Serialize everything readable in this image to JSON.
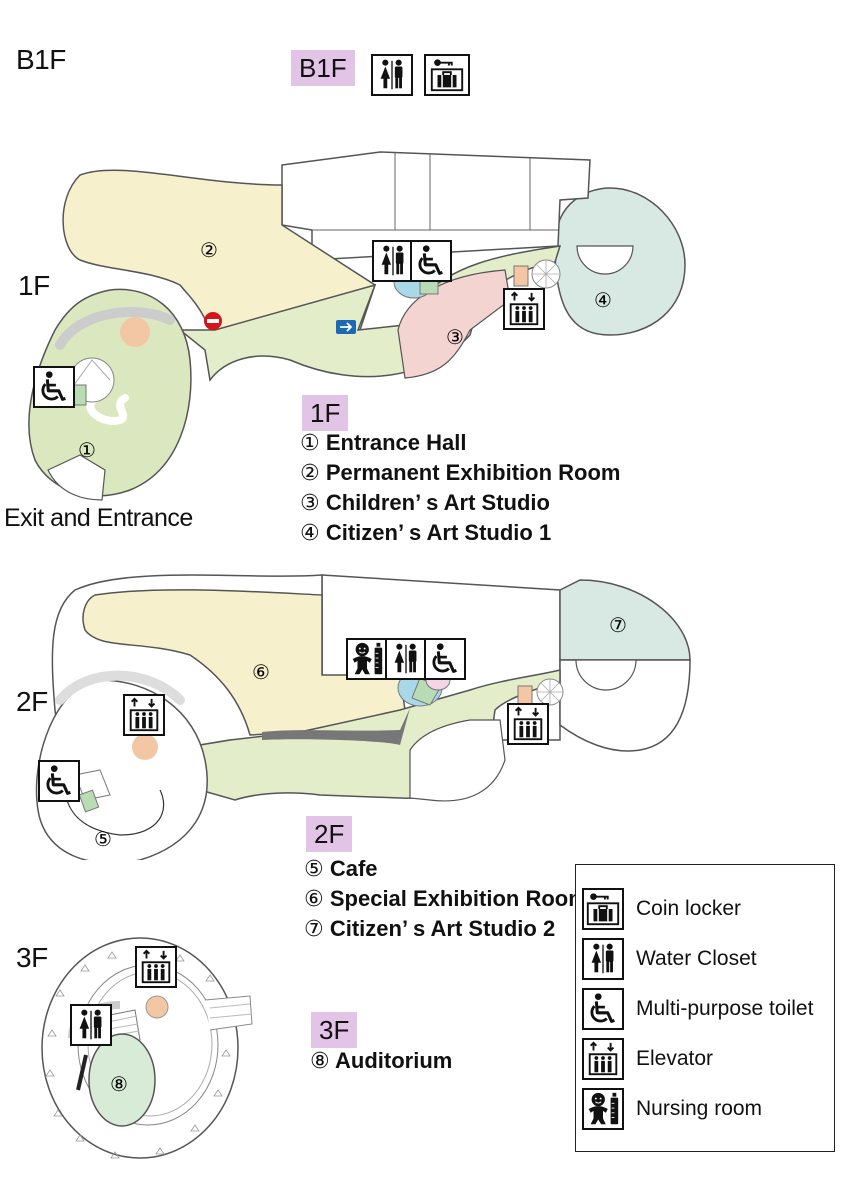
{
  "floors": {
    "b1f": "B1F",
    "f1": "1F",
    "f2": "2F",
    "f3": "3F"
  },
  "tags": {
    "b1f": "B1F",
    "f1": "1F",
    "f2": "2F",
    "f3": "3F"
  },
  "exit_label": "Exit and Entrance",
  "room_numbers": [
    "①",
    "②",
    "③",
    "④",
    "⑤",
    "⑥",
    "⑦",
    "⑧"
  ],
  "legend_1f": [
    {
      "num": "①",
      "name": "Entrance Hall"
    },
    {
      "num": "②",
      "name": "Permanent Exhibition Room"
    },
    {
      "num": "③",
      "name": "Children’ s Art  Studio"
    },
    {
      "num": "④",
      "name": "Citizen’ s Art  Studio 1"
    }
  ],
  "legend_2f": [
    {
      "num": "⑤",
      "name": "Cafe"
    },
    {
      "num": "⑥",
      "name": "Special Exhibition Room"
    },
    {
      "num": "⑦",
      "name": "Citizen’ s Art  Studio 2"
    }
  ],
  "legend_3f": [
    {
      "num": "⑧",
      "name": "Auditorium"
    }
  ],
  "key": [
    {
      "icon": "coin-locker-icon",
      "label": "Coin locker"
    },
    {
      "icon": "water-closet-icon",
      "label": "Water Closet"
    },
    {
      "icon": "multi-purpose-toilet-icon",
      "label": "Multi-purpose toilet"
    },
    {
      "icon": "elevator-icon",
      "label": "Elevator"
    },
    {
      "icon": "nursing-room-icon",
      "label": "Nursing room"
    }
  ],
  "colors": {
    "permanent": "#f6f0cc",
    "entrance": "#dbe8bf",
    "children": "#f4d4d0",
    "studio": "#d8e8e2",
    "corridor": "#e3edc9",
    "tag": "#e2c4e6",
    "elevator_core": "#f4c7a4",
    "no_entry": "#d8141b",
    "arrow_sign": "#1c6ab3"
  }
}
